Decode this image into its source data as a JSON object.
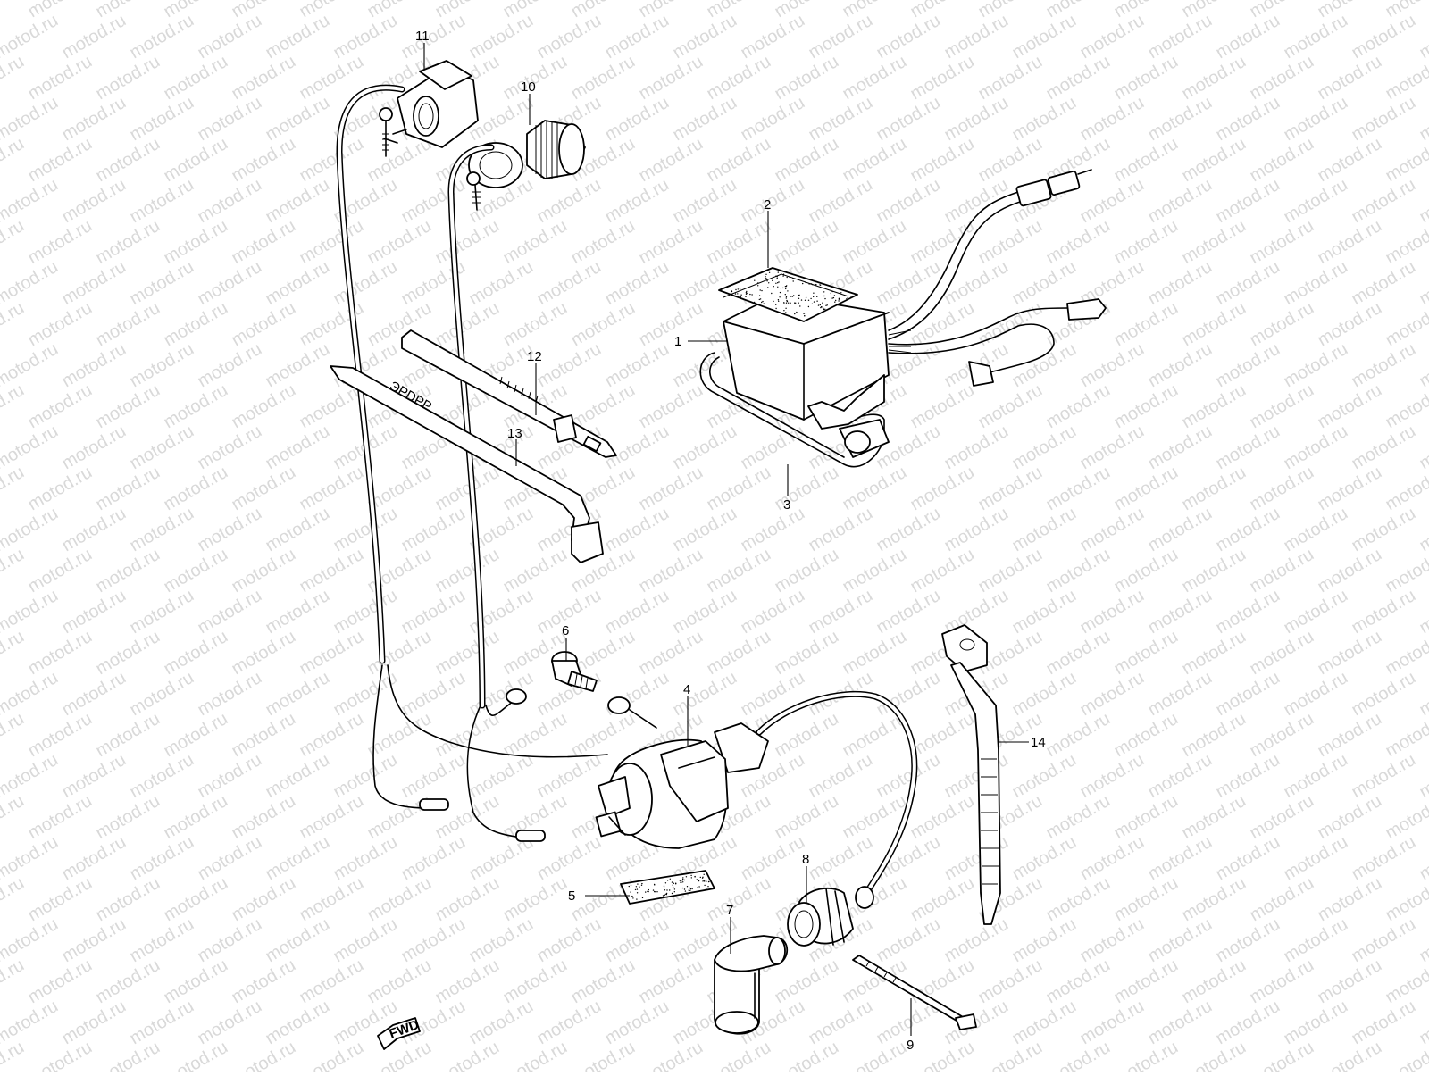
{
  "watermark": {
    "text": "motod.ru"
  },
  "callouts": [
    {
      "id": "1",
      "label": "1"
    },
    {
      "id": "2",
      "label": "2"
    },
    {
      "id": "3",
      "label": "3"
    },
    {
      "id": "4",
      "label": "4"
    },
    {
      "id": "5",
      "label": "5"
    },
    {
      "id": "6",
      "label": "6"
    },
    {
      "id": "7",
      "label": "7"
    },
    {
      "id": "8",
      "label": "8"
    },
    {
      "id": "9",
      "label": "9"
    },
    {
      "id": "10",
      "label": "10"
    },
    {
      "id": "11",
      "label": "11"
    },
    {
      "id": "12",
      "label": "12"
    },
    {
      "id": "13",
      "label": "13"
    },
    {
      "id": "14",
      "label": "14"
    }
  ],
  "fwd_marker": {
    "label": "FWD"
  },
  "tie_text": {
    "label": "ЭPDPP"
  }
}
